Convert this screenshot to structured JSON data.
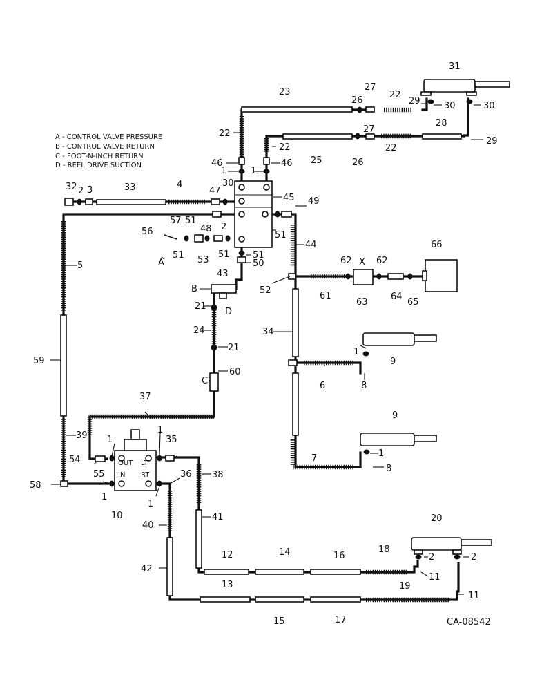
{
  "legend": [
    "A - CONTROL VALVE PRESSURE",
    "B - CONTROL VALVE RETURN",
    "C - FOOT-N-INCH RETURN",
    "D - REEL DRIVE SUCTION"
  ],
  "drawing_code": "CA-08542",
  "ports": {
    "a": "A",
    "b": "B",
    "c": "C",
    "d": "D",
    "x": "X"
  },
  "valve_marks": [
    "OUT",
    "LT",
    "IN",
    "RT"
  ],
  "callouts": [
    "1",
    "2",
    "3",
    "4",
    "5",
    "6",
    "7",
    "8",
    "9",
    "10",
    "11",
    "12",
    "13",
    "14",
    "15",
    "16",
    "17",
    "18",
    "19",
    "20",
    "21",
    "22",
    "23",
    "24",
    "25",
    "26",
    "27",
    "28",
    "29",
    "30",
    "31",
    "32",
    "33",
    "34",
    "35",
    "36",
    "37",
    "38",
    "39",
    "40",
    "41",
    "42",
    "43",
    "44",
    "45",
    "46",
    "47",
    "48",
    "49",
    "50",
    "51",
    "52",
    "53",
    "54",
    "55",
    "56",
    "57",
    "58",
    "59",
    "60",
    "61",
    "62",
    "63",
    "64",
    "65",
    "66"
  ]
}
